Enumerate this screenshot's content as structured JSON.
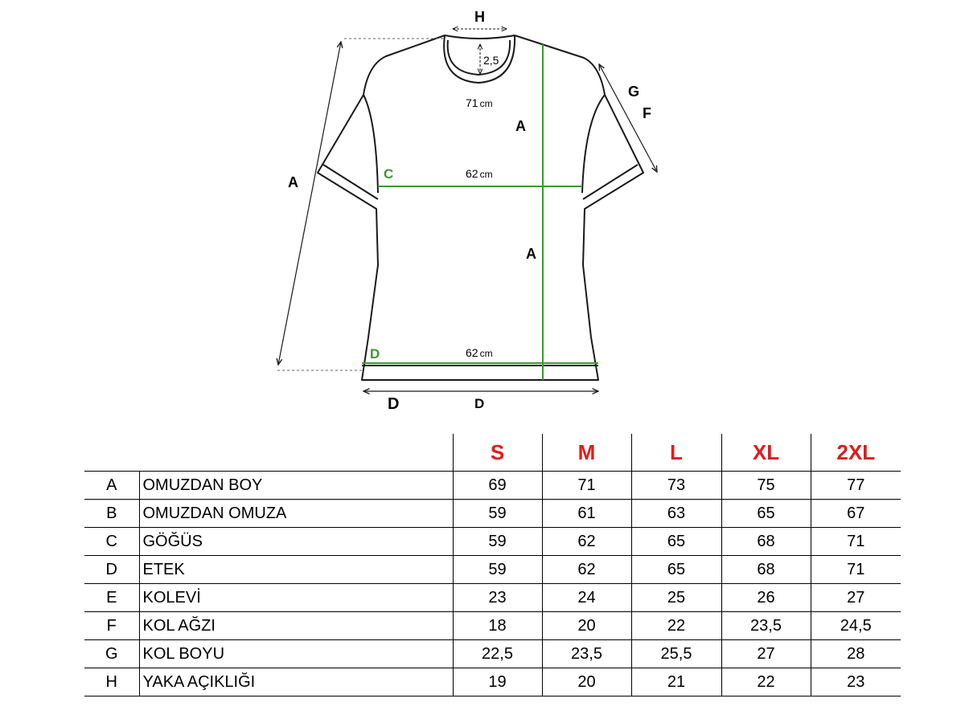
{
  "diagram": {
    "labels": {
      "neck_width": "H",
      "collar_height": "2,5",
      "length_left": "A",
      "length_upper": "A",
      "length_lower": "A",
      "sleeve_length": "G",
      "sleeve_opening": "F",
      "chest": "C",
      "hem": "D",
      "hem_bottom_left": "D",
      "hem_bottom_right": "D"
    },
    "measurements": {
      "length": {
        "value": "71",
        "unit": "cm"
      },
      "chest": {
        "value": "62",
        "unit": "cm"
      },
      "hem": {
        "value": "62",
        "unit": "cm"
      }
    },
    "colors": {
      "measure_line": "#3a9a2e",
      "outline": "#1a1a1a",
      "dashed": "#666666"
    }
  },
  "size_table": {
    "header_color": "#e01b1b",
    "sizes": [
      "S",
      "M",
      "L",
      "XL",
      "2XL"
    ],
    "rows": [
      {
        "code": "A",
        "name": "OMUZDAN BOY",
        "values": [
          "69",
          "71",
          "73",
          "75",
          "77"
        ]
      },
      {
        "code": "B",
        "name": "OMUZDAN OMUZA",
        "values": [
          "59",
          "61",
          "63",
          "65",
          "67"
        ]
      },
      {
        "code": "C",
        "name": "GÖĞÜS",
        "values": [
          "59",
          "62",
          "65",
          "68",
          "71"
        ]
      },
      {
        "code": "D",
        "name": "ETEK",
        "values": [
          "59",
          "62",
          "65",
          "68",
          "71"
        ]
      },
      {
        "code": "E",
        "name": "KOLEVİ",
        "values": [
          "23",
          "24",
          "25",
          "26",
          "27"
        ]
      },
      {
        "code": "F",
        "name": "KOL AĞZI",
        "values": [
          "18",
          "20",
          "22",
          "23,5",
          "24,5"
        ]
      },
      {
        "code": "G",
        "name": "KOL BOYU",
        "values": [
          "22,5",
          "23,5",
          "25,5",
          "27",
          "28"
        ]
      },
      {
        "code": "H",
        "name": "YAKA AÇIKLIĞI",
        "values": [
          "19",
          "20",
          "21",
          "22",
          "23"
        ]
      }
    ]
  }
}
